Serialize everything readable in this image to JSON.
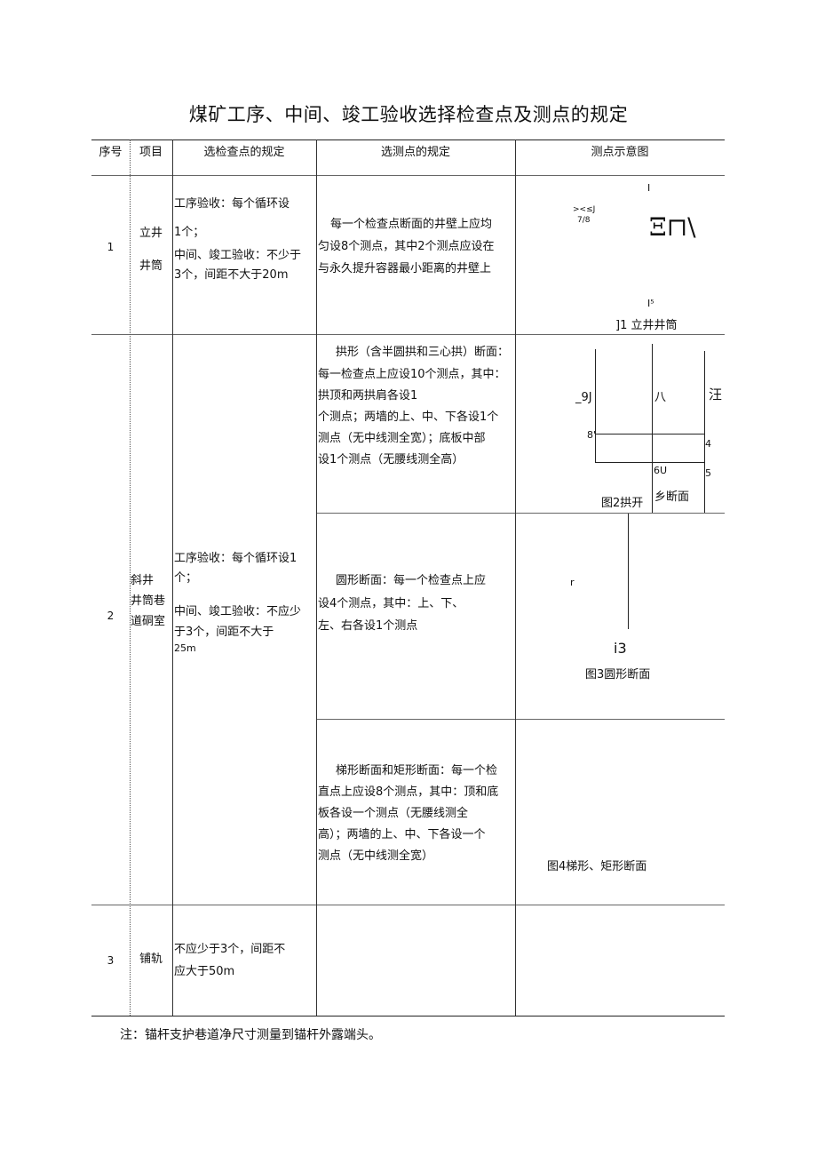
{
  "title": "煤矿工序、中间、竣工验收选择检查点及测点的规定",
  "headers": [
    "序号",
    "项目",
    "选检查点的规定",
    "选测点的规定",
    "测点示意图"
  ],
  "rows": [
    {
      "no": "1",
      "item": [
        "立井",
        "井筒"
      ],
      "check": [
        "工序验收：每个循环设",
        "1个；",
        "中间、竣工验收：不少于",
        "3个，间距不大于20m"
      ],
      "measure": [
        "每一个检查点断面的井壁上应均",
        "匀设8个测点，其中2个测点应设在",
        "与永久提升容器最小距离的井壁上"
      ],
      "fig": {
        "top": "I",
        "mark1": "><≤J",
        "mark2": "7/8",
        "big": "Ξ⊓\\",
        "bottom": "I⁵",
        "caption": "]1 立井井筒"
      }
    },
    {
      "no": "2",
      "item": [
        "斜井",
        "井筒巷",
        "道硐室"
      ],
      "check": [
        "工序验收：每个循环设1",
        "个；",
        "中间、竣工验收：不应少",
        "于3个，间距不大于",
        "25m"
      ],
      "sub": [
        {
          "measure": [
            "拱形（含半圆拱和三心拱）断面：",
            "每一检查点上应设10个测点，其中：",
            "拱顶和两拱肩各设1",
            "个测点；两墙的上、中、下各设1个",
            "测点（无中线测全宽）；底板中部",
            "设1个测点（无腰线测全高）"
          ],
          "fig": {
            "l1": "_9J",
            "l2": "八",
            "l3": "汪",
            "l4": "8'",
            "l5": "4",
            "l6": "6U",
            "l7": "5",
            "caption_a": "图2拱开",
            "caption_b": "乡断面"
          }
        },
        {
          "measure": [
            "圆形断面：每一个检查点上应",
            "设4个测点，其中：上、下、",
            "左、右各设1个测点"
          ],
          "fig": {
            "r": "r",
            "i3": "i3",
            "caption": "图3圆形断面"
          }
        },
        {
          "measure": [
            "梯形断面和矩形断面：每一个检",
            "直点上应设8个测点，其中：顶和底",
            "板各设一个测点（无腰线测全",
            "高）；两墙的上、中、下各设一个",
            "测点（无中线测全宽）"
          ],
          "fig": {
            "caption": "图4梯形、矩形断面"
          }
        }
      ]
    },
    {
      "no": "3",
      "item": [
        "铺轨"
      ],
      "check": [
        "不应少于3个，间距不",
        "应大于50m"
      ]
    }
  ],
  "note": "注：锚杆支护巷道净尺寸测量到锚杆外露端头。"
}
